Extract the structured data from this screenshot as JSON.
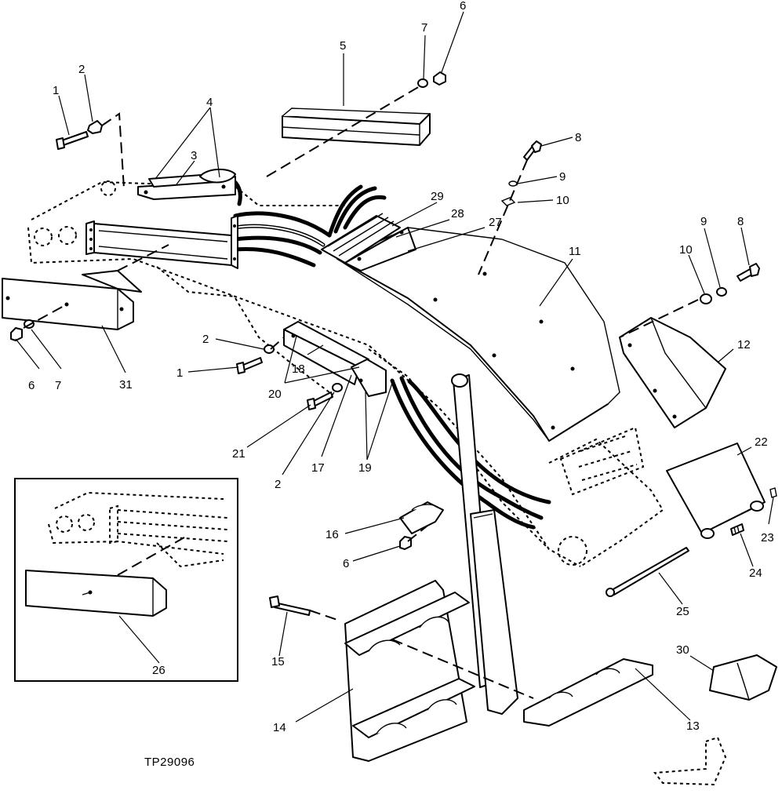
{
  "figure_code": "TP29096",
  "callouts": {
    "c1a": "1",
    "c2a": "2",
    "c3": "3",
    "c4": "4",
    "c5": "5",
    "c6a": "6",
    "c7a": "7",
    "c8a": "8",
    "c9a": "9",
    "c10a": "10",
    "c11": "11",
    "c8b": "8",
    "c9b": "9",
    "c10b": "10",
    "c12": "12",
    "c22": "22",
    "c23": "23",
    "c24": "24",
    "c25": "25",
    "c29": "29",
    "c28": "28",
    "c27": "27",
    "c31": "31",
    "c6b": "6",
    "c7b": "7",
    "c2b": "2",
    "c1b": "1",
    "c18": "18",
    "c20": "20",
    "c21": "21",
    "c2c": "2",
    "c17": "17",
    "c19": "19",
    "c16": "16",
    "c6c": "6",
    "c15": "15",
    "c14": "14",
    "c13": "13",
    "c30": "30",
    "c26": "26"
  }
}
